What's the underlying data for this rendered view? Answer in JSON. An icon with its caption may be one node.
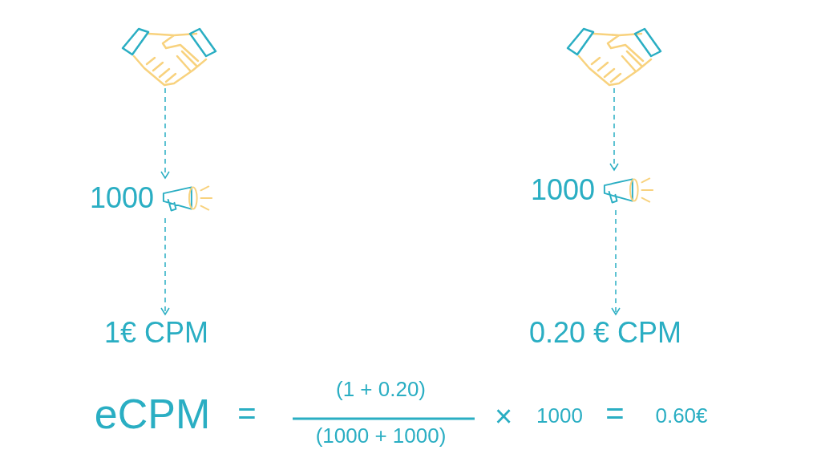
{
  "diagram": {
    "nodes": [
      {
        "text": [],
        "shape": "picture"
      },
      {
        "text": [
          "1000"
        ]
      },
      {
        "text": [
          "1€ CPM"
        ]
      },
      {
        "text": [],
        "shape": "picture"
      },
      {
        "text": [
          "1000"
        ]
      },
      {
        "text": [
          "0.20 € CPM"
        ]
      }
    ],
    "edges": [
      {
        "from": 0,
        "to": 1,
        "arrow": "to",
        "style": "dashed"
      },
      {
        "from": 1,
        "to": 2,
        "arrow": "to",
        "style": "dashed"
      },
      {
        "from": 3,
        "to": 4,
        "arrow": "to",
        "style": "dashed"
      },
      {
        "from": 4,
        "to": 5,
        "arrow": "to",
        "style": "dashed"
      }
    ],
    "labels": [
      "eCPM",
      "=",
      "(1 + 0.20)",
      "(1000 + 1000)",
      "×",
      "1000",
      "=",
      "0.60€"
    ]
  }
}
